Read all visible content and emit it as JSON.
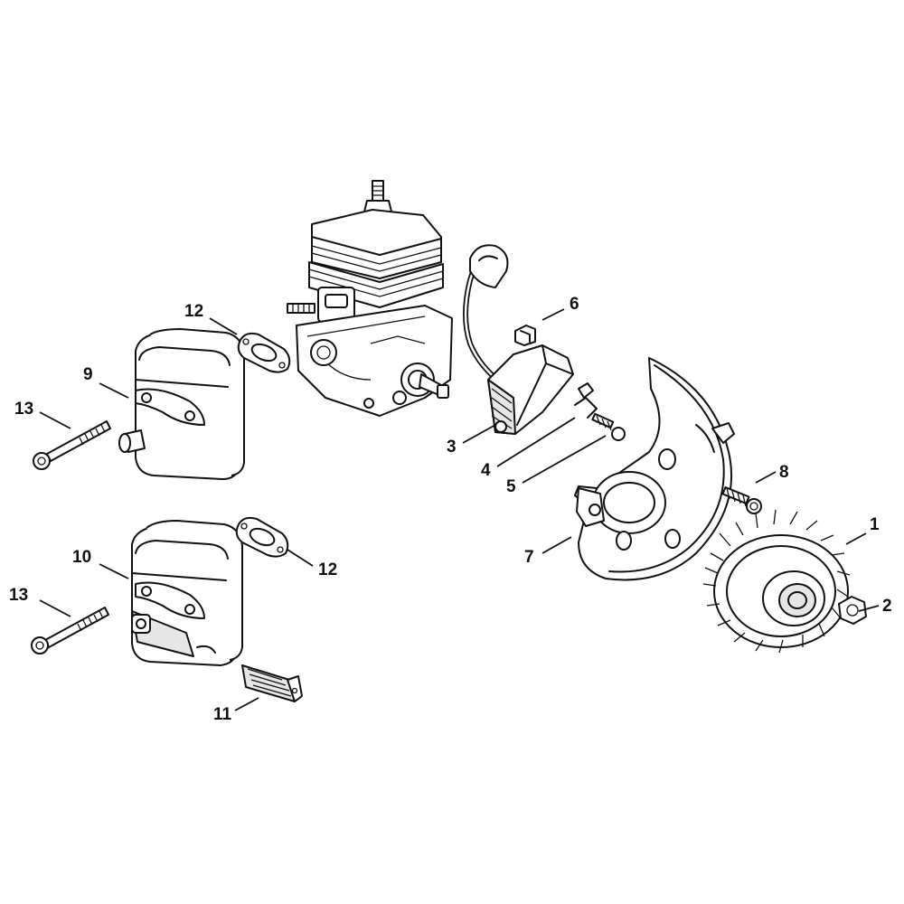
{
  "callouts": [
    {
      "id": "c1",
      "label": "1"
    },
    {
      "id": "c2",
      "label": "2"
    },
    {
      "id": "c3",
      "label": "3"
    },
    {
      "id": "c4",
      "label": "4"
    },
    {
      "id": "c5",
      "label": "5"
    },
    {
      "id": "c6",
      "label": "6"
    },
    {
      "id": "c7",
      "label": "7"
    },
    {
      "id": "c8",
      "label": "8"
    },
    {
      "id": "c9",
      "label": "9"
    },
    {
      "id": "c10",
      "label": "10"
    },
    {
      "id": "c11",
      "label": "11"
    },
    {
      "id": "c12a",
      "label": "12"
    },
    {
      "id": "c12b",
      "label": "12"
    },
    {
      "id": "c13a",
      "label": "13"
    },
    {
      "id": "c13b",
      "label": "13"
    }
  ]
}
